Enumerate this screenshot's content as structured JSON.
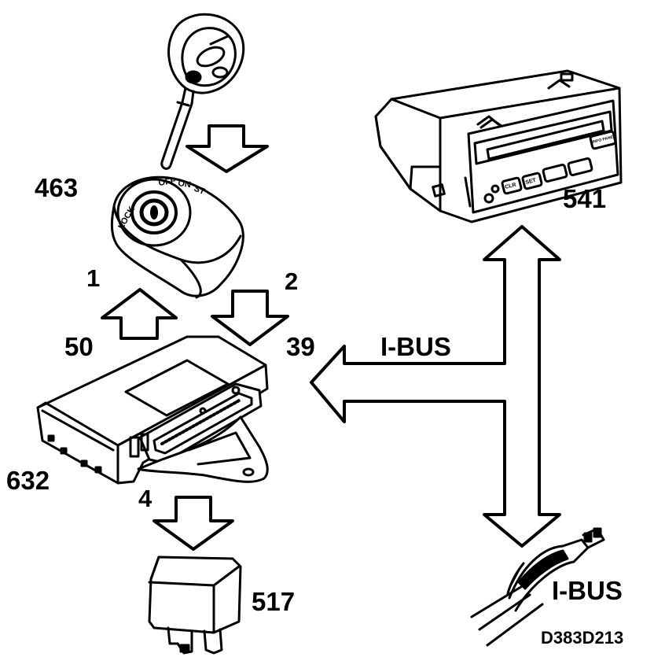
{
  "labels": {
    "ignition_switch": "463",
    "info_display": "541",
    "control_module": "632",
    "relay": "517",
    "num_1": "1",
    "num_2": "2",
    "num_4": "4",
    "num_50": "50",
    "num_39": "39",
    "ibus_main": "I-BUS",
    "ibus_cable": "I-BUS",
    "figure_code": "D383D213"
  },
  "switch_text": {
    "lock": "LOCK",
    "off": "OFF",
    "on": "ON",
    "st": "ST"
  },
  "display_buttons": [
    "CLR",
    "SET",
    "",
    "",
    "INFO PANEL"
  ]
}
